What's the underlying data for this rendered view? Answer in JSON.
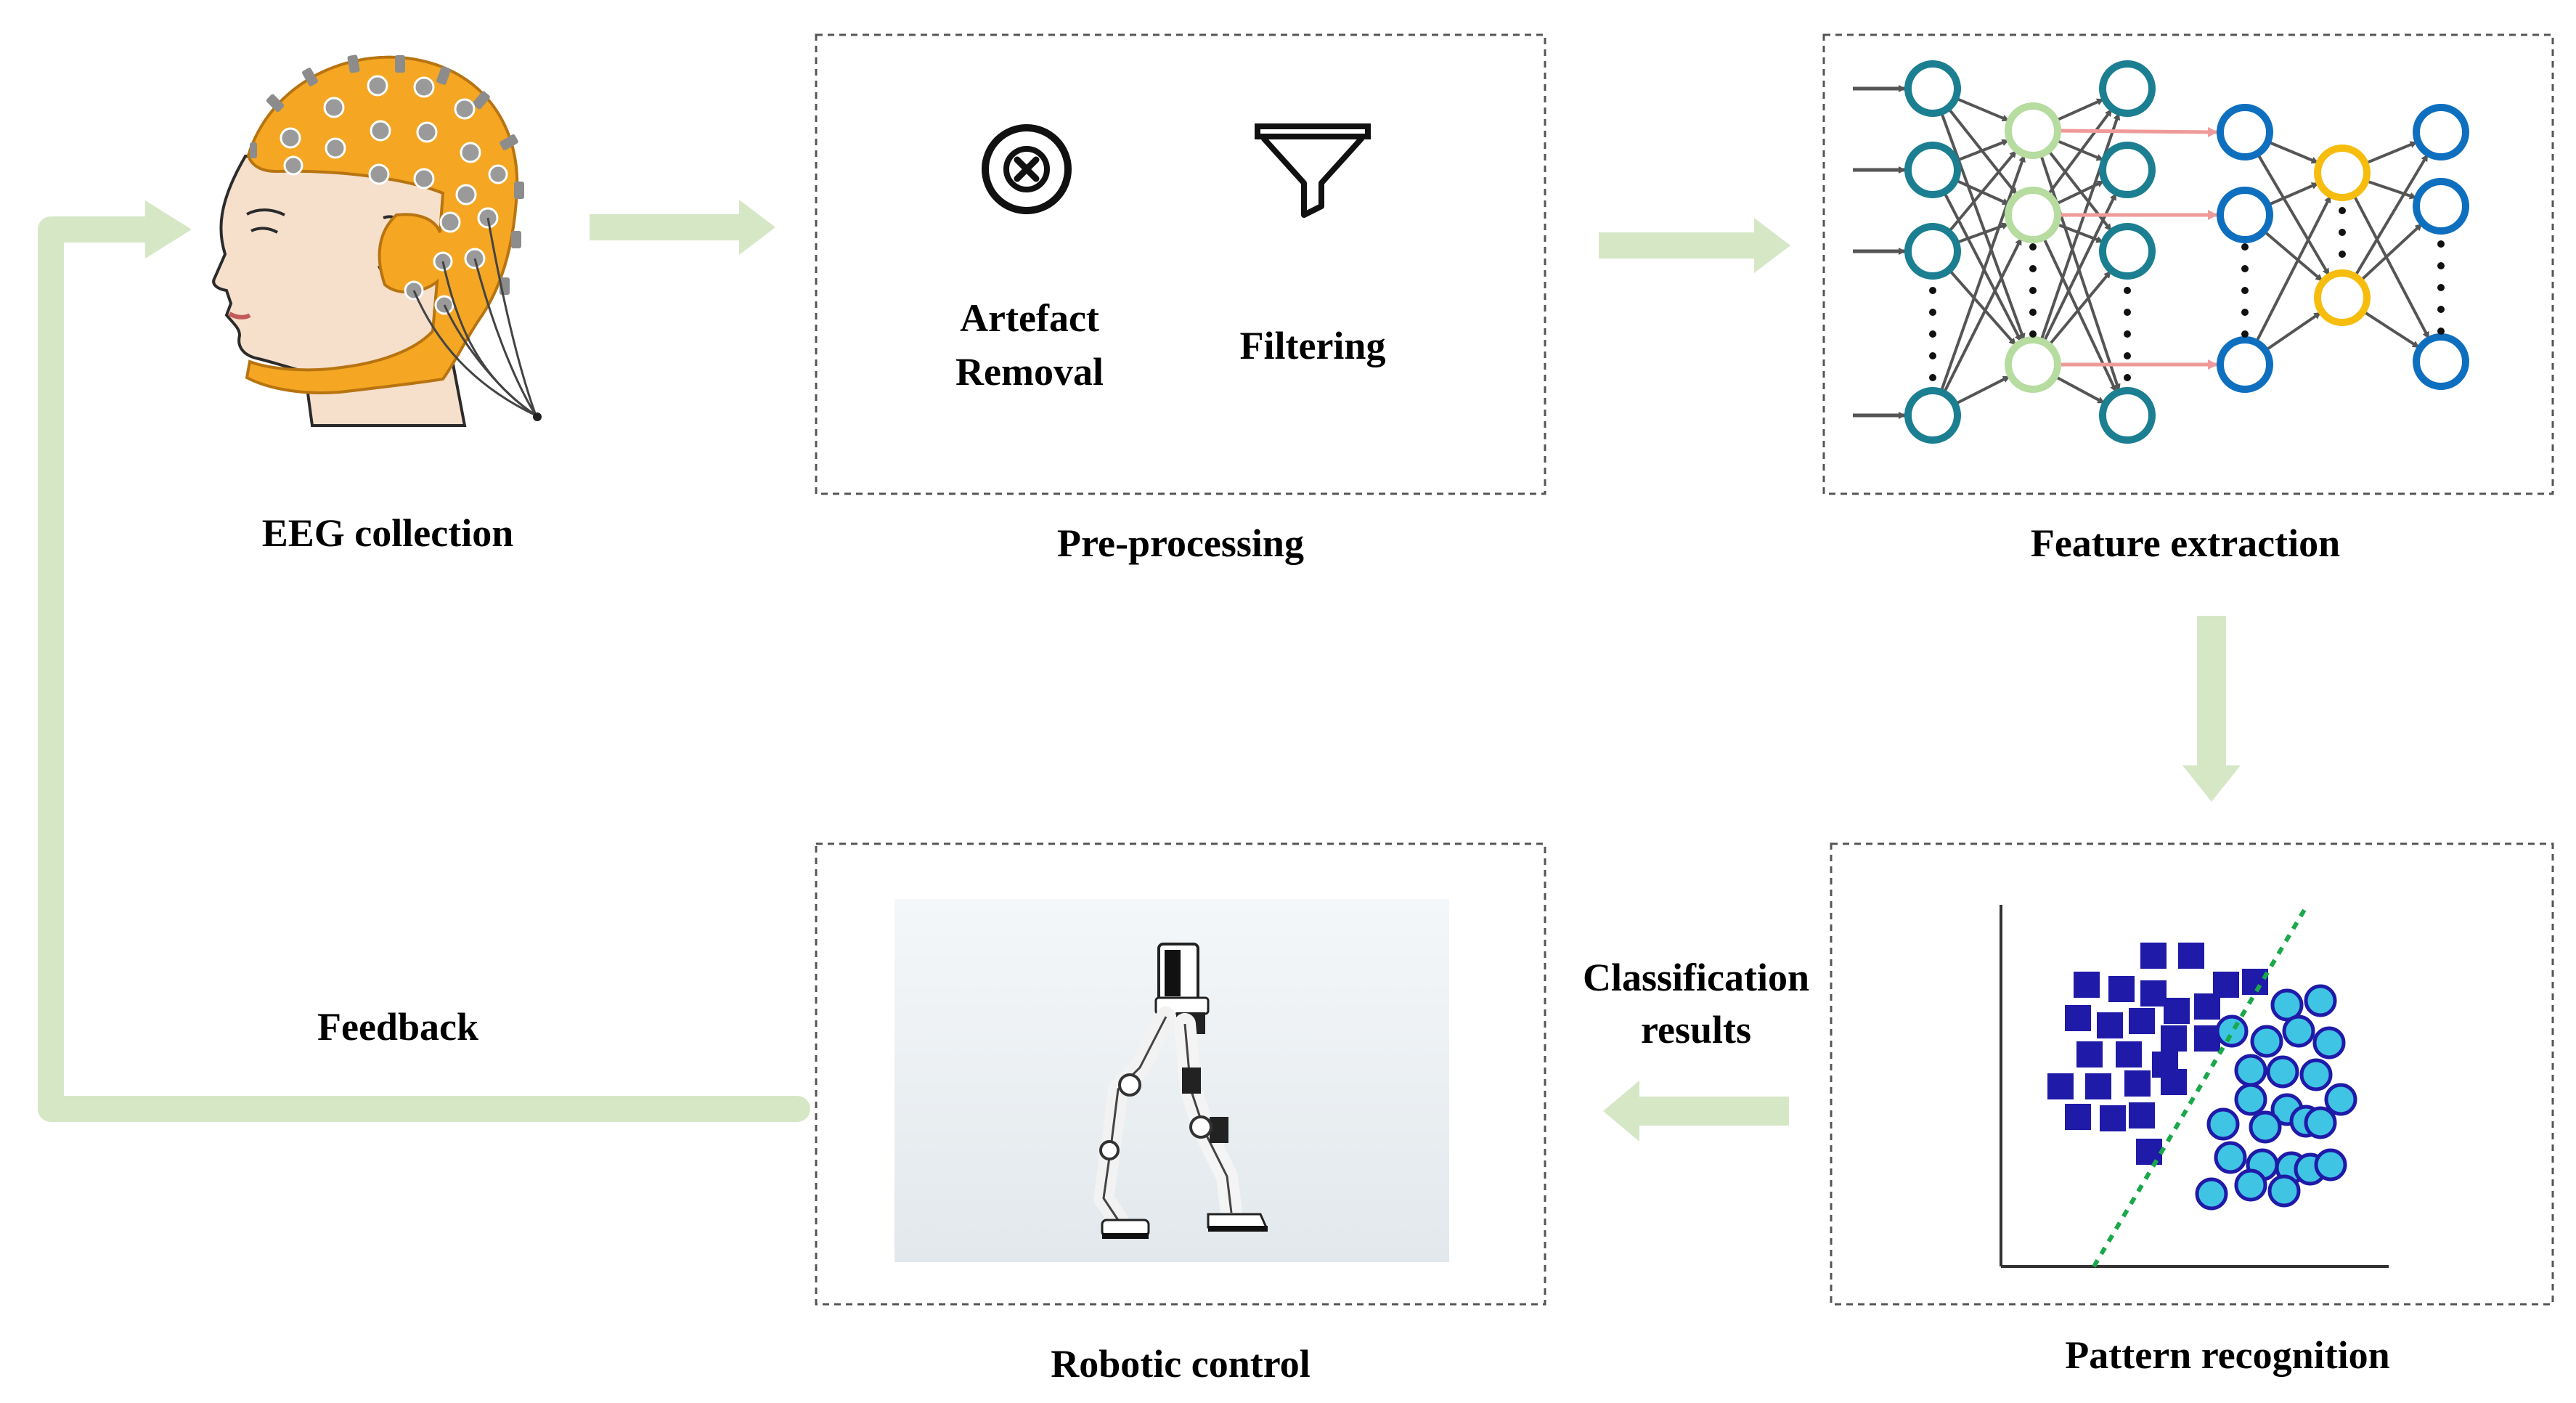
{
  "colors": {
    "flow_arrow": "#d6e7c6",
    "box_border": "#555555",
    "cap": "#f5a623",
    "skin": "#f6e0cc",
    "nn_teal": "#1b7f91",
    "nn_light_green": "#b6dca0",
    "nn_blue": "#0f6fbf",
    "nn_yellow": "#f6bd0f",
    "nn_pink_arrow": "#ef9a9a",
    "class_square": "#1f1aa8",
    "class_circle": "#3fc4e4",
    "decision_line": "#1aa84a",
    "photo_bg": "#e9eef2"
  },
  "stages": {
    "eeg": {
      "label": "EEG collection"
    },
    "preprocessing": {
      "label": "Pre-processing",
      "artefact_line1": "Artefact",
      "artefact_line2": "Removal",
      "filtering": "Filtering",
      "artefact_icon": "close-circle-icon",
      "filter_icon": "funnel-icon"
    },
    "feature": {
      "label": "Feature extraction"
    },
    "pattern": {
      "label": "Pattern recognition"
    },
    "robotic": {
      "label": "Robotic control"
    }
  },
  "edges": {
    "classification_line1": "Classification",
    "classification_line2": "results",
    "feedback": "Feedback"
  }
}
